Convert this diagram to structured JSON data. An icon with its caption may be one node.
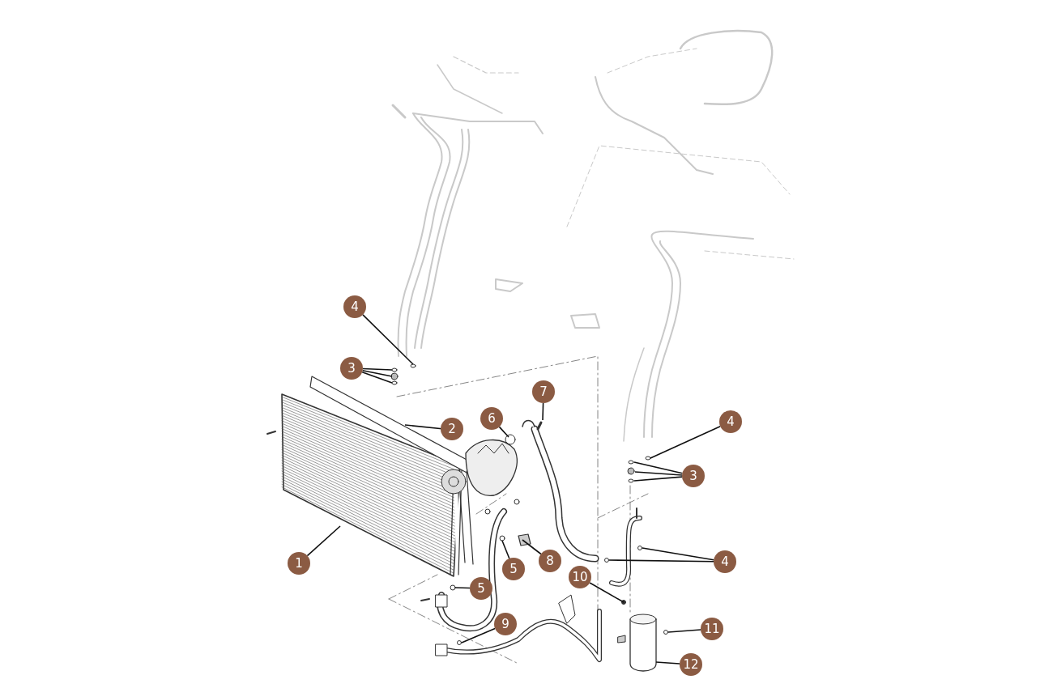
{
  "diagram": {
    "nodes": [
      {
        "text": [
          "4"
        ]
      },
      {
        "text": [
          "3"
        ]
      },
      {
        "text": [
          "2"
        ]
      },
      {
        "text": [
          "6"
        ]
      },
      {
        "text": [
          "7"
        ]
      },
      {
        "text": [
          "4"
        ]
      },
      {
        "text": [
          "3"
        ]
      },
      {
        "text": [
          "1"
        ]
      },
      {
        "text": [
          "5"
        ]
      },
      {
        "text": [
          "5"
        ]
      },
      {
        "text": [
          "8"
        ]
      },
      {
        "text": [
          "4"
        ]
      },
      {
        "text": [
          "10"
        ]
      },
      {
        "text": [
          "9"
        ]
      },
      {
        "text": [
          "11"
        ]
      },
      {
        "text": [
          "12"
        ]
      }
    ],
    "edges": [
      {
        "from": 0,
        "to": null,
        "arrow": "none"
      },
      {
        "from": 1,
        "to": null,
        "arrow": "none"
      },
      {
        "from": 1,
        "to": null,
        "arrow": "none"
      },
      {
        "from": 1,
        "to": null,
        "arrow": "none"
      },
      {
        "from": 2,
        "to": null,
        "arrow": "none"
      },
      {
        "from": 3,
        "to": null,
        "arrow": "none"
      },
      {
        "from": 4,
        "to": null,
        "arrow": "none"
      },
      {
        "from": 5,
        "to": null,
        "arrow": "none"
      },
      {
        "from": 6,
        "to": null,
        "arrow": "none"
      },
      {
        "from": 6,
        "to": null,
        "arrow": "none"
      },
      {
        "from": 6,
        "to": null,
        "arrow": "none"
      },
      {
        "from": 7,
        "to": null,
        "arrow": "none"
      },
      {
        "from": 8,
        "to": null,
        "arrow": "none"
      },
      {
        "from": 9,
        "to": null,
        "arrow": "none"
      },
      {
        "from": 10,
        "to": null,
        "arrow": "none"
      },
      {
        "from": 11,
        "to": null,
        "arrow": "none"
      },
      {
        "from": 11,
        "to": null,
        "arrow": "none"
      },
      {
        "from": 12,
        "to": null,
        "arrow": "none"
      },
      {
        "from": 13,
        "to": null,
        "arrow": "none"
      },
      {
        "from": 14,
        "to": null,
        "arrow": "none"
      },
      {
        "from": 15,
        "to": null,
        "arrow": "none"
      }
    ]
  }
}
